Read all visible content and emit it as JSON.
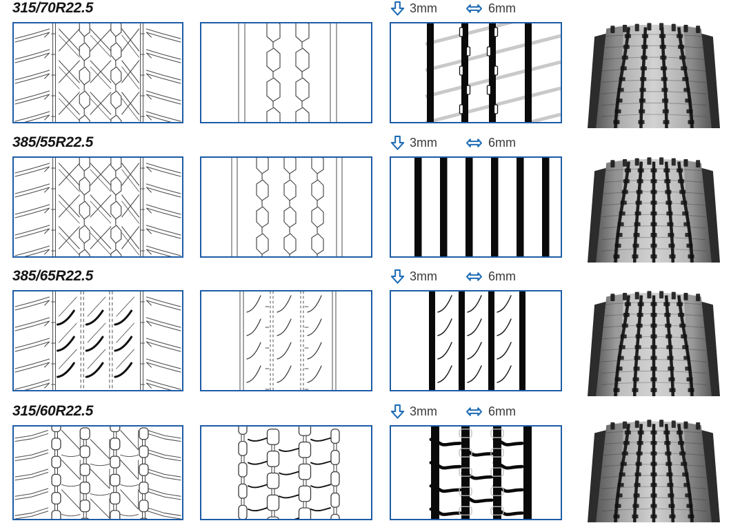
{
  "colors": {
    "box_border": "#1c5ba5",
    "arrow_blue": "#1e6cb5",
    "label_text": "#141414",
    "measure_text": "#3a3a3a",
    "pattern_stroke": "#4b4b4b",
    "worn_black": "#0a0a0a",
    "worn_gray": "#c9c9c9"
  },
  "icons": {
    "depth": "arrow-down-icon",
    "width": "arrow-left-right-icon"
  },
  "rows": [
    {
      "size": "315/70R22.5",
      "tread_depth": "3mm",
      "groove_width": "6mm",
      "stages": [
        "full_A",
        "mid_hex2",
        "worn_bars_gray"
      ],
      "tire": {
        "grooves": 4,
        "tone": "#a9a9a9"
      }
    },
    {
      "size": "385/55R22.5",
      "tread_depth": "3mm",
      "groove_width": "6mm",
      "stages": [
        "full_A",
        "mid_hex3",
        "worn_bars6"
      ],
      "tire": {
        "grooves": 5,
        "tone": "#b4b4b4"
      }
    },
    {
      "size": "385/65R22.5",
      "tread_depth": "3mm",
      "groove_width": "6mm",
      "stages": [
        "full_B",
        "mid_slash",
        "worn_bars_slash"
      ],
      "tire": {
        "grooves": 5,
        "tone": "#bdbdbd"
      }
    },
    {
      "size": "315/60R22.5",
      "tread_depth": "3mm",
      "groove_width": "6mm",
      "stages": [
        "full_C",
        "mid_blocks",
        "worn_bars_wavy"
      ],
      "tire": {
        "grooves": 5,
        "tone": "#9e9e9e"
      }
    }
  ]
}
